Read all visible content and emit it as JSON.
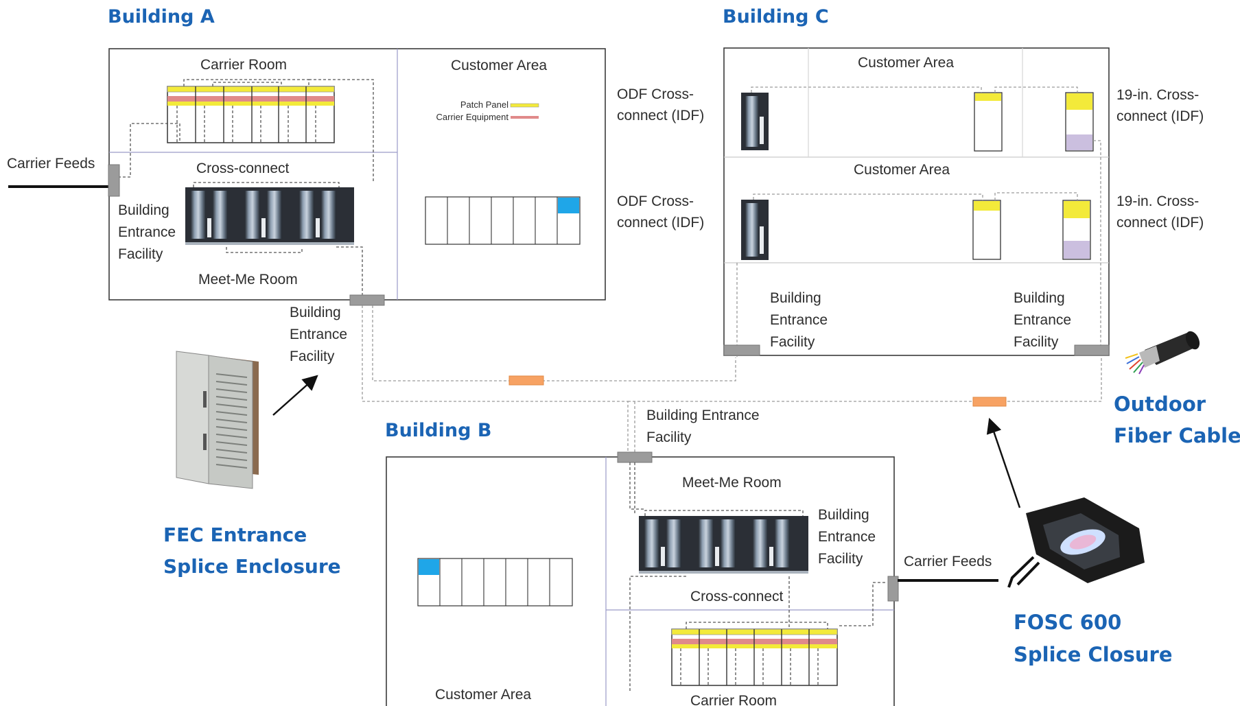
{
  "buildings": {
    "a": {
      "title": "Building A",
      "carrier_room": "Carrier Room",
      "customer_area": "Customer Area",
      "cross_connect": "Cross-connect",
      "bef_line1": "Building",
      "bef_line2": "Entrance",
      "bef_line3": "Facility",
      "meet_me_room": "Meet-Me Room",
      "carrier_feeds": "Carrier Feeds",
      "bef_outside_line1": "Building",
      "bef_outside_line2": "Entrance",
      "bef_outside_line3": "Facility"
    },
    "b": {
      "title": "Building B",
      "bef_top_line1": "Building Entrance",
      "bef_top_line2": "Facility",
      "meet_me_room": "Meet-Me Room",
      "bef_line1": "Building",
      "bef_line2": "Entrance",
      "bef_line3": "Facility",
      "cross_connect": "Cross-connect",
      "carrier_feeds": "Carrier Feeds",
      "customer_area": "Customer Area",
      "carrier_room": "Carrier Room"
    },
    "c": {
      "title": "Building C",
      "customer_area_top": "Customer Area",
      "customer_area_mid": "Customer Area",
      "bef_left_line1": "Building",
      "bef_left_line2": "Entrance",
      "bef_left_line3": "Facility",
      "bef_right_line1": "Building",
      "bef_right_line2": "Entrance",
      "bef_right_line3": "Facility"
    }
  },
  "legend": {
    "patch_panel": "Patch Panel",
    "carrier_equipment": "Carrier Equipment"
  },
  "labels": {
    "odf1_line1": "ODF Cross-",
    "odf1_line2": "connect (IDF)",
    "odf2_line1": "ODF Cross-",
    "odf2_line2": "connect (IDF)",
    "xc1_line1": "19-in. Cross-",
    "xc1_line2": "connect (IDF)",
    "xc2_line1": "19-in. Cross-",
    "xc2_line2": "connect (IDF)"
  },
  "callouts": {
    "fec_line1": "FEC Entrance",
    "fec_line2": "Splice Enclosure",
    "outdoor_line1": "Outdoor",
    "outdoor_line2": "Fiber Cables",
    "fosc_line1": "FOSC 600",
    "fosc_line2": "Splice Closure"
  },
  "colors": {
    "heading": "#1b64b4",
    "patch_panel": "#f3ea3a",
    "carrier_equipment": "#e08a8a",
    "customer_highlight": "#1fa6e8",
    "splice": "#f7a263",
    "entrance": "#9b9b9b"
  }
}
